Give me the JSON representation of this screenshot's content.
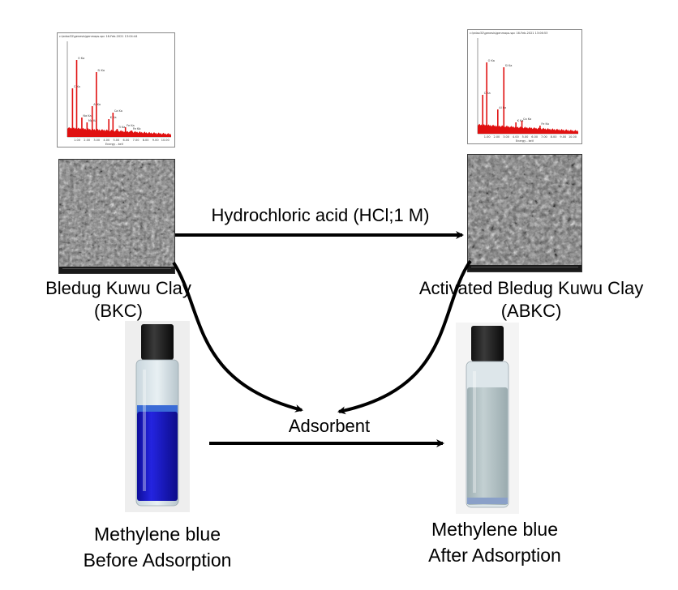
{
  "left_material": {
    "name": "Bledug Kuwu Clay",
    "abbr": "(BKC)",
    "eds_header": "c:\\edax32\\genesis\\genmaps.spc  16-Feb-2021 13:04:44",
    "eds_peaks": [
      "C Ka",
      "O Ka",
      "Na Ka",
      "Mg Ka",
      "Al Ka",
      "Si Ka",
      "K Ka",
      "Ca Ka",
      "Fe Ka",
      "Ti Ka",
      "Fe Kb"
    ],
    "eds_axis_label": "Energy - keV",
    "eds_ticks": [
      "1.00",
      "2.00",
      "3.00",
      "4.00",
      "5.00",
      "6.00",
      "7.00",
      "8.00",
      "9.00",
      "10.00"
    ]
  },
  "right_material": {
    "name": "Activated Bledug Kuwu Clay",
    "abbr": "(ABKC)",
    "eds_header": "c:\\edax32\\genesis\\genmaps.spc  16-Feb-2021 13:06:53",
    "eds_peaks": [
      "C Ka",
      "O Ka",
      "Al Ka",
      "Si Ka",
      "K Ka",
      "Ca Ka",
      "Fe Ka"
    ],
    "eds_axis_label": "Energy - keV",
    "eds_ticks": [
      "1.00",
      "2.00",
      "3.00",
      "4.00",
      "5.00",
      "6.00",
      "7.00",
      "8.00",
      "9.00",
      "10.00"
    ]
  },
  "process": {
    "treatment_label": "Hydrochloric acid (HCl;1 M)",
    "adsorbent_label": "Adsorbent"
  },
  "vials": {
    "before": {
      "line1": "Methylene blue",
      "line2": "Before Adsorption"
    },
    "after": {
      "line1": "Methylene blue",
      "line2": "After Adsorption"
    }
  },
  "colors": {
    "spectrum_red": "#e01010",
    "dye_blue": "#1a1ad0",
    "treated_liquid": "#b8c6c9",
    "arrow": "#000000"
  }
}
